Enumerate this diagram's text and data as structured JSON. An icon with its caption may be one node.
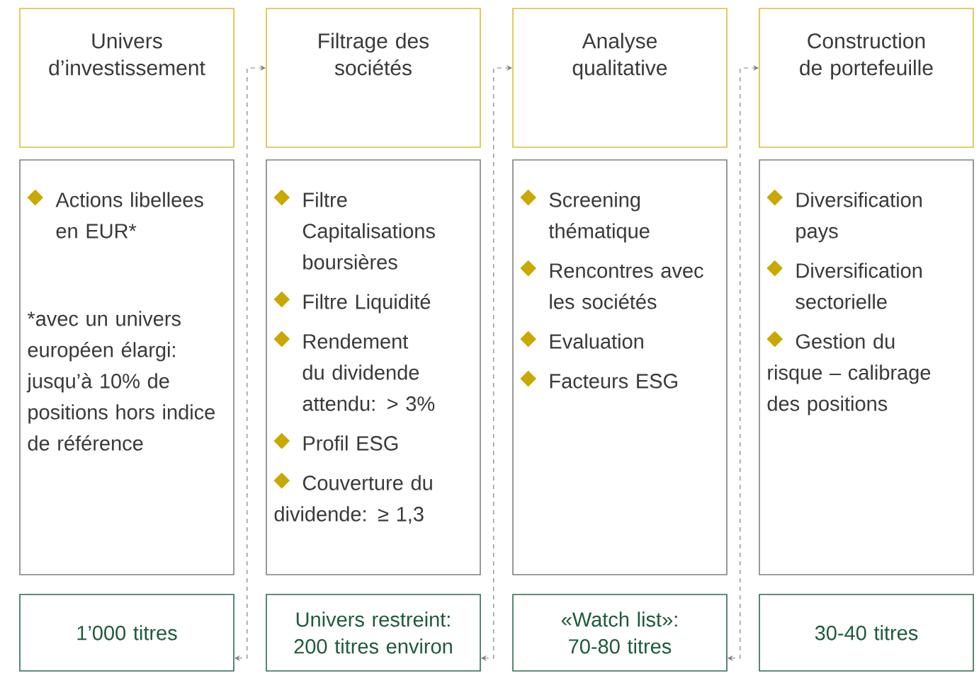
{
  "diagram": {
    "nodes": [
      {
        "text": [
          "Univers d’investissement"
        ]
      },
      {
        "text": [
          "Filtrage des sociétés"
        ]
      },
      {
        "text": [
          "Analyse qualitative"
        ]
      },
      {
        "text": [
          "Construction de portefeuille"
        ]
      },
      {
        "text": [
          "Actions libellees en EUR*",
          "*avec un univers européen élargi: jusqu’à 10% de positions hors indice de référence"
        ]
      },
      {
        "text": [
          "Filtre Capitalisations boursières",
          "Filtre Liquidité",
          "Rendement du dividende attendu: > 3%",
          "Profil ESG",
          "Couverture du dividende: ≥ 1,3"
        ]
      },
      {
        "text": [
          "Screening thématique",
          "Rencontres avec les sociétés",
          "Evaluation",
          "Facteurs ESG"
        ]
      },
      {
        "text": [
          "Diversification pays",
          "Diversification sectorielle",
          "Gestion du risque – calibrage des positions"
        ]
      },
      {
        "text": [
          "1’000 titres"
        ]
      },
      {
        "text": [
          "Univers restreint: 200 titres environ"
        ]
      },
      {
        "text": [
          "«Watch list»: 70-80 titres"
        ]
      },
      {
        "text": [
          "30-40 titres"
        ]
      }
    ],
    "edges": [
      {
        "from": 8,
        "to": 1,
        "arrow": "both",
        "style": "dashed"
      },
      {
        "from": 9,
        "to": 2,
        "arrow": "both",
        "style": "dashed"
      },
      {
        "from": 10,
        "to": 3,
        "arrow": "both",
        "style": "dashed"
      }
    ]
  }
}
